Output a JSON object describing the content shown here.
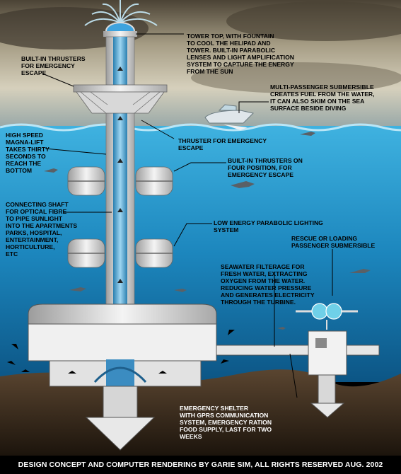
{
  "labels": {
    "tower_top": "TOWER TOP, WITH FOUNTAIN\nTO COOL THE HELIPAD AND\nTOWER. BUILT-IN PARABOLIC\nLENSES AND LIGHT AMPLIFICATION\nSYSTEM TO CAPTURE THE ENERGY\nFROM THE SUN",
    "thrusters_top": "BUILT-IN THRUSTERS\nFOR EMERGENCY\nESCAPE",
    "submersible": "MULTI-PASSENGER SUBMERSIBLE\nCREATES FUEL FROM THE WATER,\nIT CAN ALSO SKIM ON THE SEA\nSURFACE BESIDE DIVING",
    "magna_lift": "HIGH SPEED\nMAGNA-LIFT\nTAKES THIRTY\nSECONDS TO\nREACH THE\nBOTTOM",
    "thruster_mid": "THRUSTER FOR EMERGENCY\nESCAPE",
    "thrusters_four": "BUILT-IN THRUSTERS ON\nFOUR POSITION, FOR\nEMERGENCY ESCAPE",
    "optical_shaft": "CONNECTING SHAFT\nFOR OPTICAL FIBRE\nTO PIPE SUNLIGHT\nINTO THE APARTMENTS\nPARKS, HOSPITAL,\nENTERTAINMENT,\nHORTICULTURE,\nETC",
    "parabolic_light": "LOW ENERGY PARABOLIC LIGHTING\nSYSTEM",
    "rescue_sub": "RESCUE OR LOADING\nPASSENGER SUBMERSIBLE",
    "seawater": "SEAWATER FILTERAGE FOR\nFRESH WATER, EXTRACTING\nOXYGEN FROM THE WATER.\nREDUCING WATER PRESSURE\nAND GENERATES ELECTRICITY\nTHROUGH THE TURBINE.",
    "shelter": "EMERGENCY SHELTER\nWITH GPRS COMMUNICATION\nSYSTEM, EMERGENCY RATION\nFOOD SUPPLY, LAST FOR TWO\nWEEKS"
  },
  "footer": "DESIGN CONCEPT AND COMPUTER RENDERING BY GARIE SIM, ALL RIGHTS RESERVED AUG. 2002",
  "colors": {
    "sky": "#8c8572",
    "sea": "#1f8fc4",
    "deep_sea": "#0f5f95",
    "seabed": "#3a2a1c",
    "structure": "#e6e6e6",
    "shaft": "#4aa6d6"
  }
}
